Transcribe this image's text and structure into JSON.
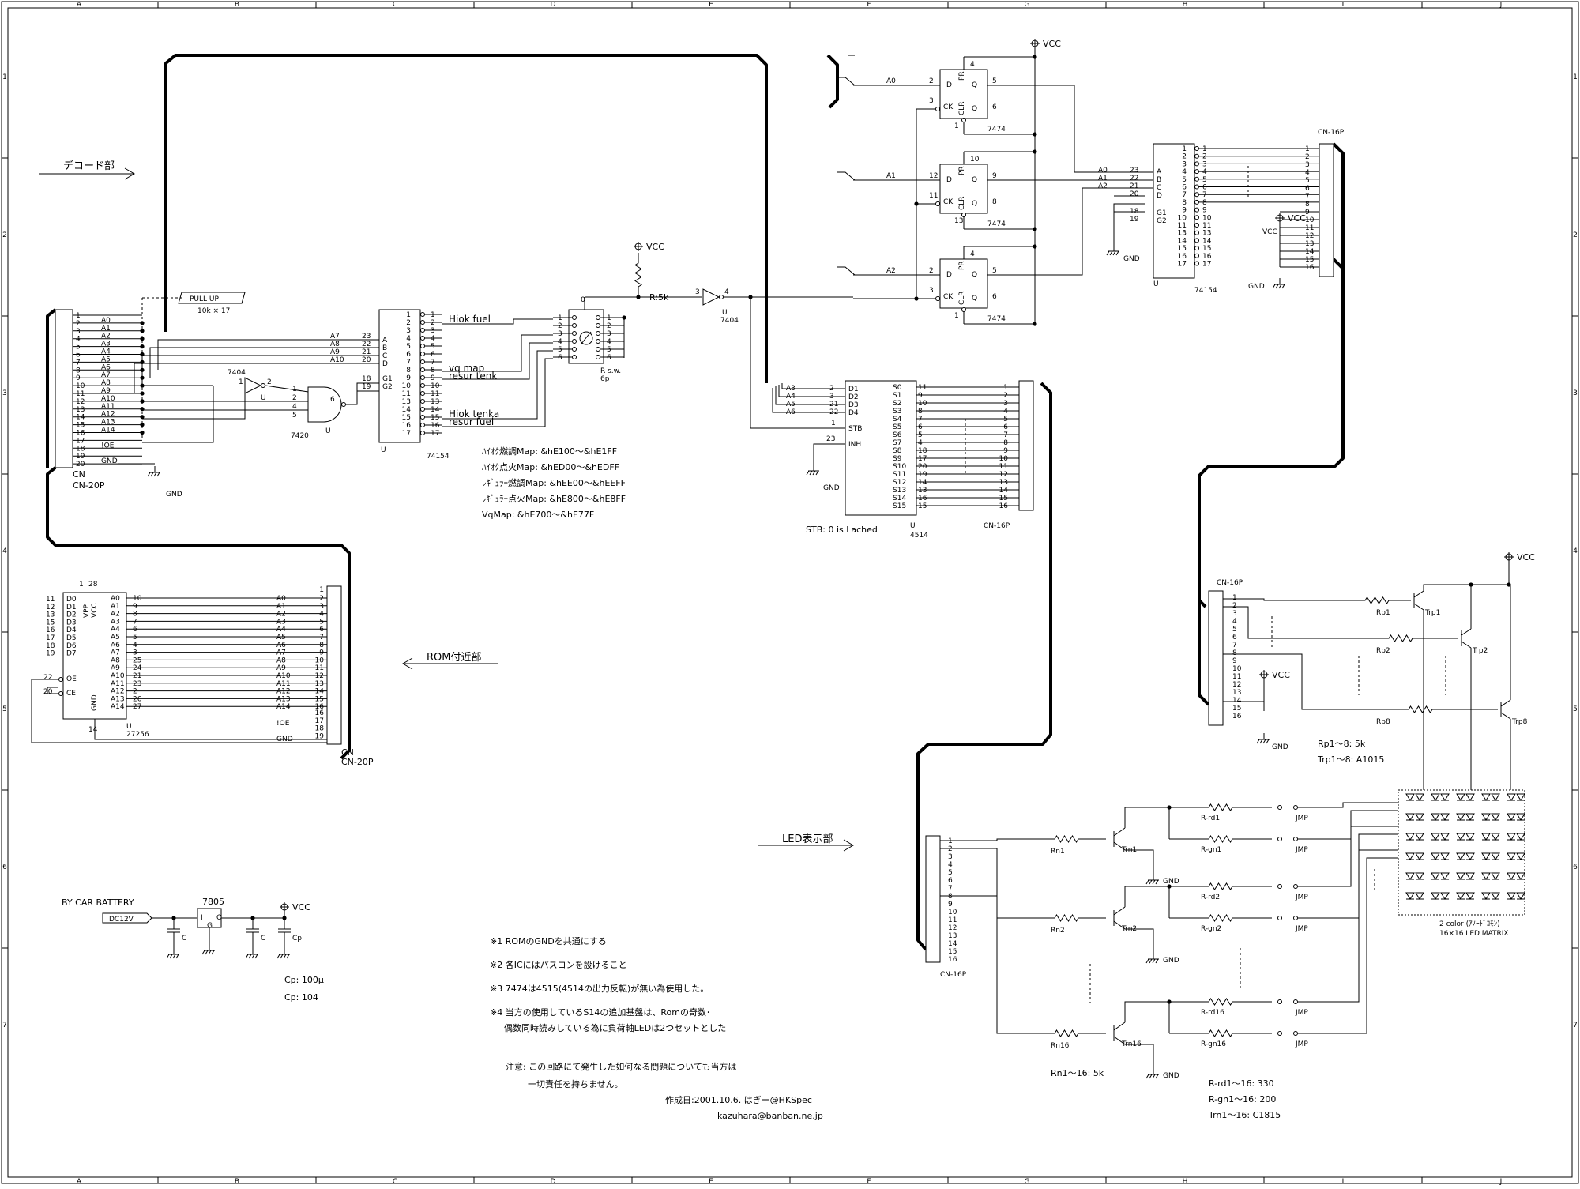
{
  "border": {
    "cols": [
      "A",
      "B",
      "C",
      "D",
      "E",
      "F",
      "G",
      "H",
      "I",
      "J"
    ],
    "rows": [
      "1",
      "2",
      "3",
      "4",
      "5",
      "6",
      "7"
    ]
  },
  "sections": {
    "decode": "デコード部",
    "rom": "ROM付近部",
    "led": "LED表示部"
  },
  "power": {
    "vcc": "VCC",
    "gnd": "GND"
  },
  "cn20": {
    "label": "CN",
    "sub": "CN-20P",
    "pins": [
      "1",
      "2",
      "3",
      "4",
      "5",
      "6",
      "7",
      "8",
      "9",
      "10",
      "11",
      "12",
      "13",
      "14",
      "15",
      "16",
      "17",
      "18",
      "19",
      "20"
    ],
    "signals": [
      "",
      "A0",
      "A1",
      "A2",
      "A3",
      "A4",
      "A5",
      "A6",
      "A7",
      "A8",
      "A9",
      "A10",
      "A11",
      "A12",
      "A13",
      "A14",
      "",
      "!OE",
      "",
      "GND"
    ]
  },
  "pullup": {
    "label": "PULL UP",
    "value": "10k × 17"
  },
  "gate7404": {
    "name": "7404",
    "unit": "U",
    "pin_in": "1",
    "pin_out": "2"
  },
  "gate7420": {
    "name": "7420",
    "unit": "U",
    "pins_in": [
      "1",
      "2",
      "4",
      "5"
    ],
    "pin_out": "6"
  },
  "dec74154a": {
    "name": "74154",
    "unit": "U",
    "inputs": [
      {
        "sig": "A7",
        "pin": "23",
        "port": "A"
      },
      {
        "sig": "A8",
        "pin": "22",
        "port": "B"
      },
      {
        "sig": "A9",
        "pin": "21",
        "port": "C"
      },
      {
        "sig": "A10",
        "pin": "20",
        "port": "D"
      }
    ],
    "enables": [
      {
        "pin": "18",
        "port": "G1"
      },
      {
        "pin": "19",
        "port": "G2"
      }
    ],
    "outputs": [
      "1",
      "2",
      "3",
      "4",
      "5",
      "6",
      "7",
      "8",
      "9",
      "10",
      "11",
      "13",
      "14",
      "15",
      "16",
      "17"
    ],
    "nets": [
      "Hiok fuel",
      "vq map",
      "resur tenk",
      "Hiok tenka",
      "resur fuel"
    ]
  },
  "rotary": {
    "name": "R s.w.",
    "sub": "6p",
    "pins": [
      "1",
      "2",
      "3",
      "4",
      "5",
      "6"
    ],
    "common": "0"
  },
  "resistor_pu": {
    "label": "R:5k"
  },
  "inv7404b": {
    "name": "7404",
    "unit": "U",
    "pin_in": "3",
    "pin_out": "4"
  },
  "maps": [
    "ﾊｲｵｸ燃調Map: &hE100～&hE1FF",
    "ﾊｲｵｸ点火Map: &hED00～&hEDFF",
    "ﾚｷﾞｭﾗｰ燃調Map: &hEE00～&hEEFF",
    "ﾚｷﾞｭﾗｰ点火Map: &hE800～&hE8FF",
    "VqMap: &hE700～&hE77F"
  ],
  "ff7474": [
    {
      "name": "7474",
      "data": "A0",
      "pin_d": "2",
      "pin_ck": "3",
      "pin_pr": "4",
      "pin_clr": "1",
      "pin_q": "5",
      "pin_qn": "6"
    },
    {
      "name": "7474",
      "data": "A1",
      "pin_d": "12",
      "pin_ck": "11",
      "pin_pr": "10",
      "pin_clr": "13",
      "pin_q": "9",
      "pin_qn": "8"
    },
    {
      "name": "7474",
      "data": "A2",
      "pin_d": "2",
      "pin_ck": "3",
      "pin_pr": "4",
      "pin_clr": "1",
      "pin_q": "5",
      "pin_qn": "6"
    }
  ],
  "ff_ports": {
    "d": "D",
    "ck": "CK",
    "pr": "PR",
    "clr": "CLR",
    "q": "Q",
    "qn": "Q"
  },
  "dec74154b": {
    "name": "74154",
    "unit": "U",
    "inputs": [
      {
        "sig": "A0",
        "pin": "23",
        "port": "A"
      },
      {
        "sig": "A1",
        "pin": "22",
        "port": "B"
      },
      {
        "sig": "A2",
        "pin": "21",
        "port": "C"
      },
      {
        "sig": "",
        "pin": "20",
        "port": "D"
      }
    ],
    "enables": [
      {
        "pin": "18",
        "port": "G1"
      },
      {
        "pin": "19",
        "port": "G2"
      }
    ],
    "outputs": [
      "1",
      "2",
      "3",
      "4",
      "5",
      "6",
      "7",
      "8",
      "9",
      "10",
      "11",
      "13",
      "14",
      "15",
      "16",
      "17"
    ]
  },
  "cn16_top": {
    "label": "CN-16P",
    "pins": [
      "1",
      "2",
      "3",
      "4",
      "5",
      "6",
      "7",
      "8",
      "9",
      "10",
      "11",
      "12",
      "13",
      "14",
      "15",
      "16"
    ]
  },
  "latch4514": {
    "name": "4514",
    "unit": "U",
    "inputs": [
      {
        "sig": "A3",
        "pin": "2",
        "port": "D1"
      },
      {
        "sig": "A4",
        "pin": "3",
        "port": "D2"
      },
      {
        "sig": "A5",
        "pin": "21",
        "port": "D3"
      },
      {
        "sig": "A6",
        "pin": "22",
        "port": "D4"
      }
    ],
    "stb": {
      "pin": "1",
      "port": "STB"
    },
    "inh": {
      "pin": "23",
      "port": "INH"
    },
    "outputs": [
      {
        "port": "S0",
        "pin": "11"
      },
      {
        "port": "S1",
        "pin": "9"
      },
      {
        "port": "S2",
        "pin": "10"
      },
      {
        "port": "S3",
        "pin": "8"
      },
      {
        "port": "S4",
        "pin": "7"
      },
      {
        "port": "S5",
        "pin": "6"
      },
      {
        "port": "S6",
        "pin": "5"
      },
      {
        "port": "S7",
        "pin": "4"
      },
      {
        "port": "S8",
        "pin": "18"
      },
      {
        "port": "S9",
        "pin": "17"
      },
      {
        "port": "S10",
        "pin": "20"
      },
      {
        "port": "S11",
        "pin": "19"
      },
      {
        "port": "S12",
        "pin": "14"
      },
      {
        "port": "S13",
        "pin": "13"
      },
      {
        "port": "S14",
        "pin": "16"
      },
      {
        "port": "S15",
        "pin": "15"
      }
    ],
    "note": "STB: 0 is Lached"
  },
  "cn16_mid": {
    "label": "CN-16P"
  },
  "rom27256": {
    "name": "27256",
    "unit": "U",
    "vpp": "VPP",
    "vcc": "VCC",
    "vcc_pins": [
      "1",
      "28"
    ],
    "data": [
      {
        "pin": "11",
        "port": "D0"
      },
      {
        "pin": "12",
        "port": "D1"
      },
      {
        "pin": "13",
        "port": "D2"
      },
      {
        "pin": "15",
        "port": "D3"
      },
      {
        "pin": "16",
        "port": "D4"
      },
      {
        "pin": "17",
        "port": "D5"
      },
      {
        "pin": "18",
        "port": "D6"
      },
      {
        "pin": "19",
        "port": "D7"
      }
    ],
    "addr": [
      {
        "port": "A0",
        "pin": "10"
      },
      {
        "port": "A1",
        "pin": "9"
      },
      {
        "port": "A2",
        "pin": "8"
      },
      {
        "port": "A3",
        "pin": "7"
      },
      {
        "port": "A4",
        "pin": "6"
      },
      {
        "port": "A5",
        "pin": "5"
      },
      {
        "port": "A6",
        "pin": "4"
      },
      {
        "port": "A7",
        "pin": "3"
      },
      {
        "port": "A8",
        "pin": "25"
      },
      {
        "port": "A9",
        "pin": "24"
      },
      {
        "port": "A10",
        "pin": "21"
      },
      {
        "port": "A11",
        "pin": "23"
      },
      {
        "port": "A12",
        "pin": "2"
      },
      {
        "port": "A13",
        "pin": "26"
      },
      {
        "port": "A14",
        "pin": "27"
      }
    ],
    "ce": {
      "pin": "20",
      "port": "CE"
    },
    "oe": {
      "pin": "22",
      "port": "OE"
    },
    "gnd": {
      "pin": "14",
      "port": "GND"
    }
  },
  "power_supply": {
    "title": "BY CAR BATTERY",
    "input": "DC12V",
    "reg": "7805",
    "reg_pins": {
      "in": "I",
      "gnd": "G",
      "out": "O"
    },
    "caps": [
      "C",
      "C",
      "Cp"
    ],
    "cp_values": [
      "Cp: 100μ",
      "Cp: 104"
    ]
  },
  "notes": [
    "※1 ROMのGNDを共通にする",
    "※2 各ICにはパスコンを設けること",
    "※3 7474は4515(4514の出力反転)が無い為使用した。",
    "※4 当方の使用しているS14の追加基盤は、Romの奇数･",
    "偶数同時読みしている為に負荷軸LEDは2つセットとした"
  ],
  "disclaimer": [
    "注意: この回路にて発生した如何なる問題についても当方は",
    "一切責任を持ちません。"
  ],
  "credit": [
    "作成日:2001.10.6.  はぎー@HKSpec",
    "kazuhara@banban.ne.jp"
  ],
  "cn16_led_a": {
    "label": "CN-16P"
  },
  "cn16_led_b": {
    "label": "CN-16P"
  },
  "row_drivers": {
    "res": [
      "Rp1",
      "Rp2",
      "Rp8"
    ],
    "tr": [
      "Trp1",
      "Trp2",
      "Trp8"
    ],
    "note": [
      "Rp1～8:  5k",
      "Trp1～8: A1015"
    ]
  },
  "col_drivers": {
    "res": [
      "Rn1",
      "Rn2",
      "Rn16"
    ],
    "tr": [
      "Trn1",
      "Trn2",
      "Trn16"
    ],
    "rrd": [
      "R-rd1",
      "R-rd2",
      "R-rd16"
    ],
    "rgn": [
      "R-gn1",
      "R-gn2",
      "R-gn16"
    ],
    "jmp": "JMP",
    "note": [
      "Rn1～16:  5k",
      "R-rd1～16: 330",
      "R-gn1～16: 200",
      "Trn1～16: C1815"
    ]
  },
  "matrix": {
    "l1": "2 color (ｱﾉｰﾄﾞｺﾓﾝ)",
    "l2": "16×16 LED MATRIX"
  }
}
